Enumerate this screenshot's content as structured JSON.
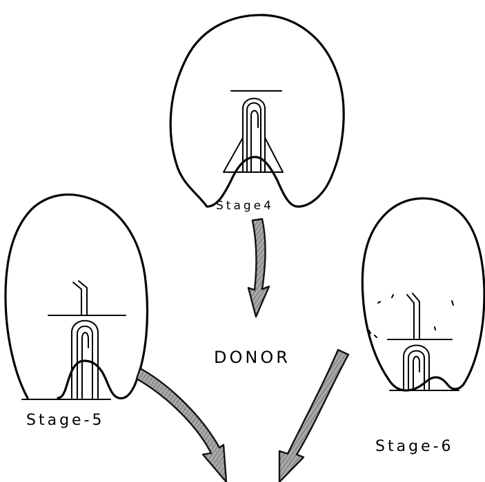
{
  "labels": {
    "stage4": "Stage4",
    "stage5": "Stage-5",
    "stage6": "Stage-6",
    "donor": "DONOR"
  }
}
